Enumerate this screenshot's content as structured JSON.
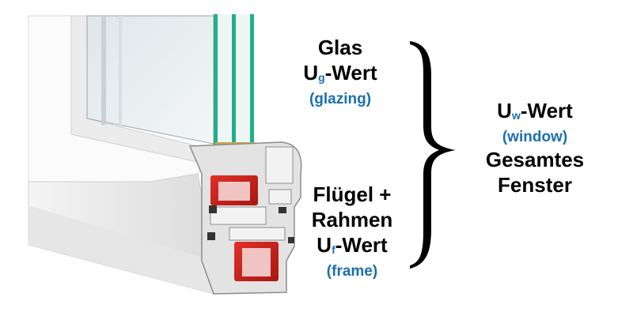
{
  "glazing": {
    "line1": "Glas",
    "u_letter": "U",
    "u_sub": "g",
    "u_rest": "-Wert",
    "english": "(glazing)"
  },
  "frame": {
    "line1": "Flügel +",
    "line2": "Rahmen",
    "u_letter": "U",
    "u_sub": "f",
    "u_rest": "-Wert",
    "english": "(frame)"
  },
  "window": {
    "u_letter": "U",
    "u_sub": "w",
    "u_rest": "-Wert",
    "english": "(window)",
    "line3": "Gesamtes",
    "line4": "Fenster"
  },
  "colors": {
    "accent_text": "#1a6fb0",
    "glass_edge": "#1fb08a",
    "spacer": "#2f6fd6",
    "steel": "#c8231f",
    "pvc": "#e9e9e9"
  }
}
